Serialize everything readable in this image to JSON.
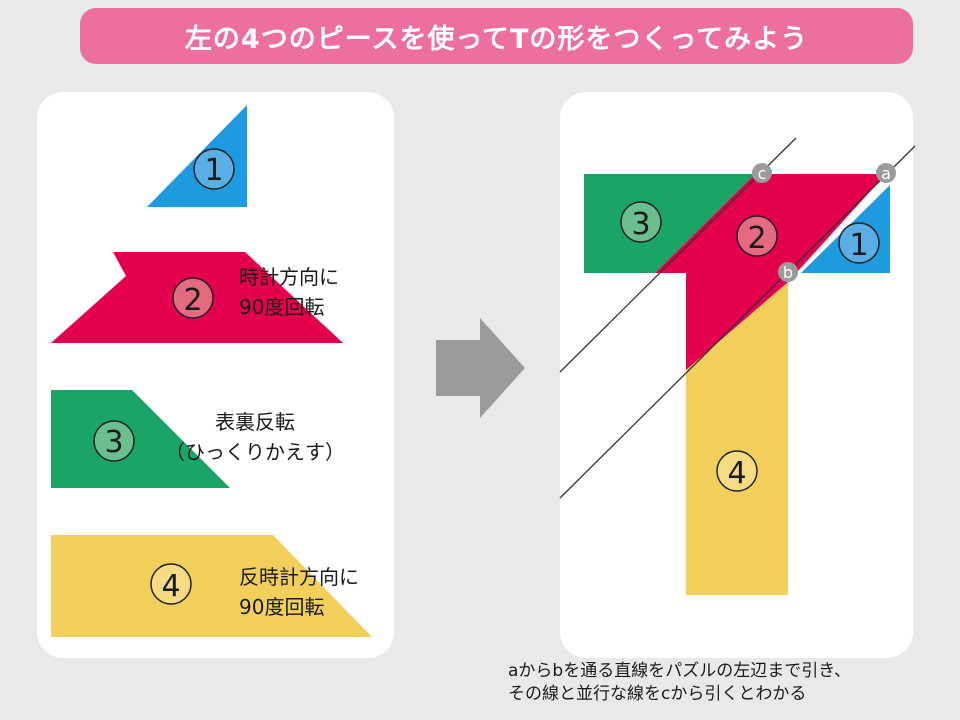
{
  "title": "左の4つのピースを使ってTの形をつくってみよう",
  "colors": {
    "banner": "#ec6fa0",
    "piece1": "#1e9ae0",
    "piece2": "#e4004f",
    "piece3": "#1aa566",
    "piece4": "#f2cf5b",
    "arrow": "#9b9b9b"
  },
  "pieces": [
    {
      "number": "1",
      "badge_color": "#5aaee6",
      "note": []
    },
    {
      "number": "2",
      "badge_color": "#e46a80",
      "note": [
        "時計方向に",
        "90度回転"
      ]
    },
    {
      "number": "3",
      "badge_color": "#6bbf8e",
      "note": [
        "表裏反転",
        "（ひっくりかえす）"
      ]
    },
    {
      "number": "4",
      "badge_color": "#f5dc82",
      "note": [
        "反時計方向に",
        "90度回転"
      ]
    }
  ],
  "points": {
    "a": "a",
    "b": "b",
    "c": "c"
  },
  "footer": [
    "aからbを通る直線をパズルの左辺まで引き、",
    "その線と並行な線をcから引くとわかる"
  ]
}
